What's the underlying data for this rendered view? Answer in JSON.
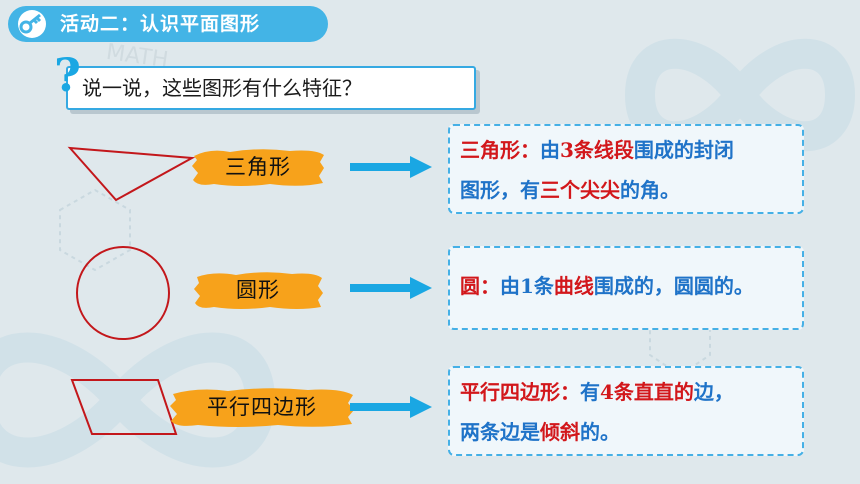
{
  "header": {
    "title": "活动二：认识平面图形",
    "icon": "key-icon",
    "color": "#43b4e6"
  },
  "question": {
    "mark": "?",
    "text": "说一说，这些图形有什么特征？"
  },
  "background_watermark": "MATH",
  "rows": [
    {
      "shape": "triangle",
      "label": "三角形",
      "desc": {
        "line1": {
          "a": "三角形：",
          "b": "由",
          "c": "3条线段",
          "d": "围成的封闭"
        },
        "line2": {
          "a": "图形，有",
          "b": "三个尖尖",
          "c": "的角。"
        }
      }
    },
    {
      "shape": "circle",
      "label": "圆形",
      "desc": {
        "line1": {
          "a": "圆：",
          "b": "由1条",
          "c": "曲线",
          "d": "围成的，圆圆的。"
        }
      }
    },
    {
      "shape": "parallelogram",
      "label": "平行四边形",
      "desc": {
        "line1": {
          "a": "平行四边形：",
          "b": "有",
          "c": "4条直直的",
          "d": "边，"
        },
        "line2": {
          "a": "两条边是",
          "b": "倾斜",
          "c": "的。"
        }
      }
    }
  ],
  "colors": {
    "accent_blue": "#43b4e6",
    "text_blue": "#1f73c8",
    "text_red": "#d2171b",
    "shape_red": "#c3171b",
    "brush_orange": "#f7a21b",
    "arrow_blue": "#1aa7e3"
  }
}
